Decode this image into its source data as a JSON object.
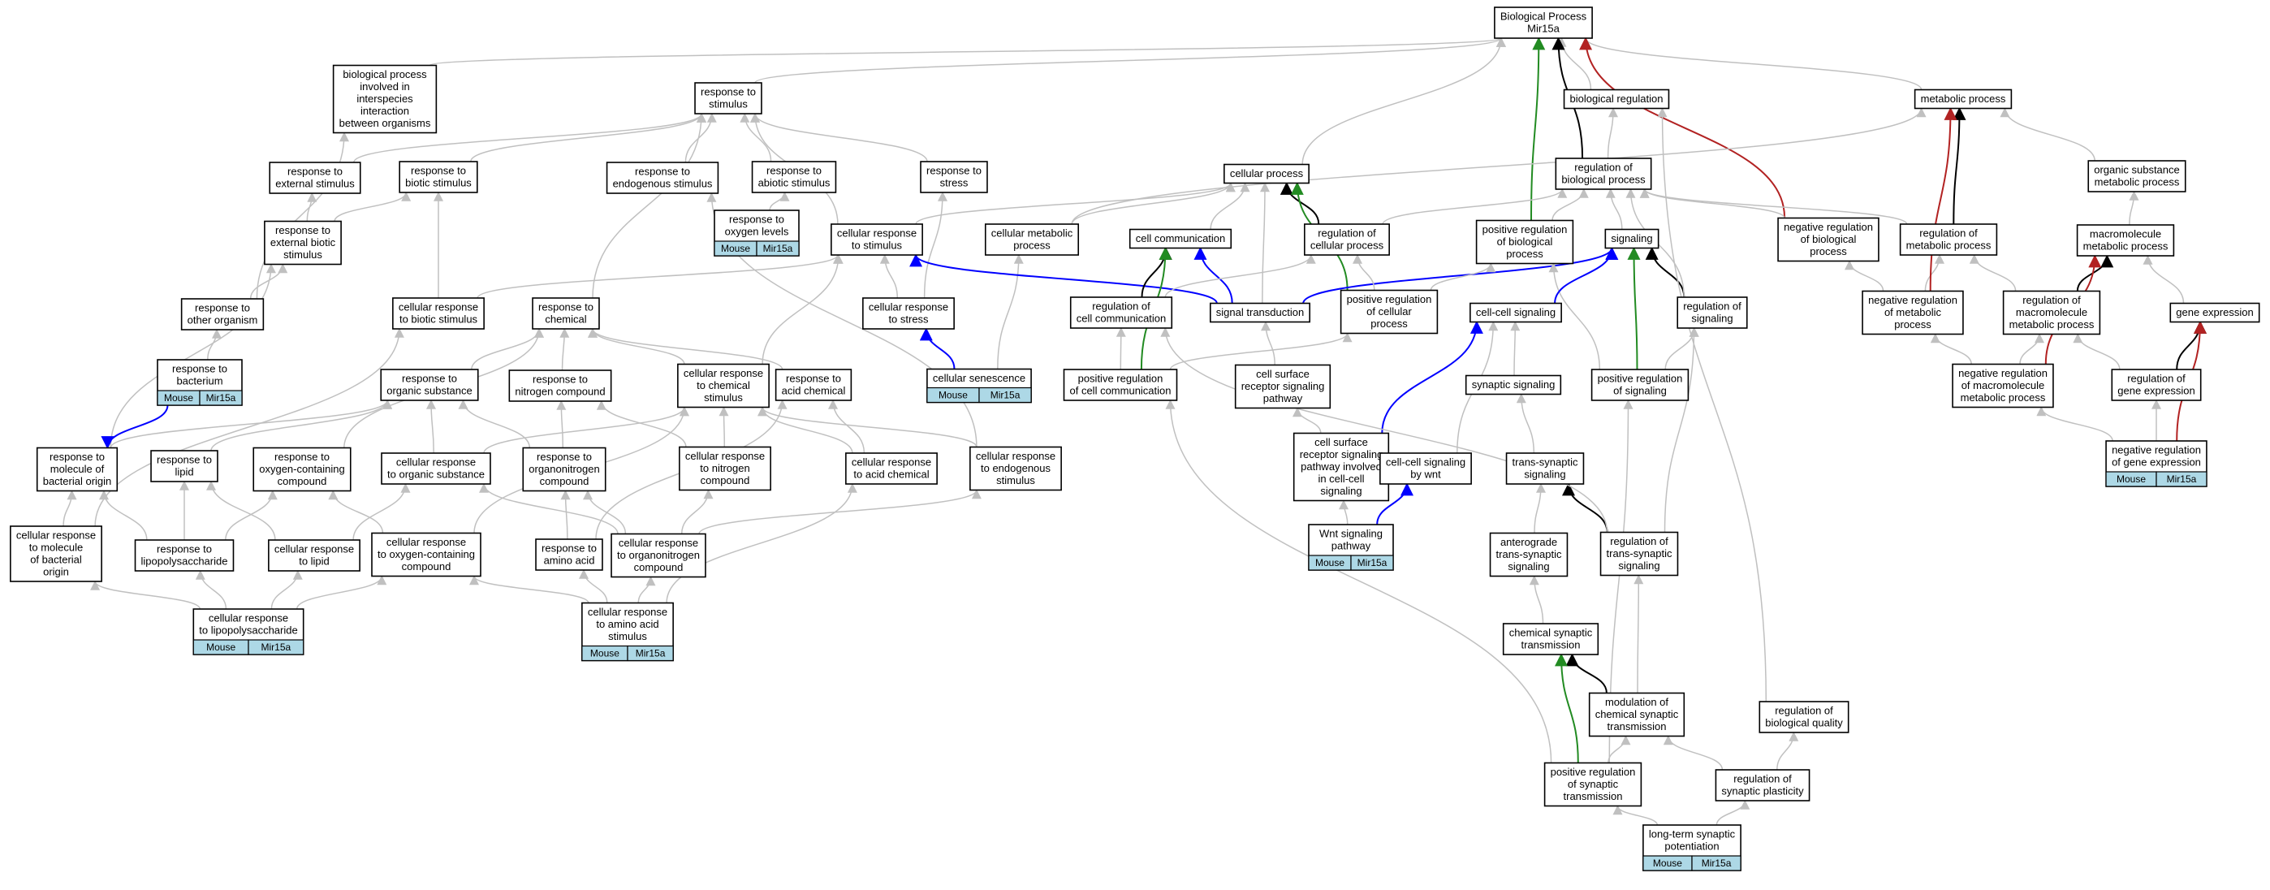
{
  "colors": {
    "is_a": "#c0c0c0",
    "part_of": "#000000",
    "regulates": "#000000",
    "positively_regulates": "#228b22",
    "negatively_regulates": "#b22222",
    "annotated": "#0000ff",
    "tag_fill": "#add8e6"
  },
  "nodes": [
    {
      "id": "root",
      "lines": [
        "Biological Process",
        "Mir15a"
      ]
    },
    {
      "id": "bioproc_interspecies",
      "lines": [
        "biological process",
        "involved in",
        "interspecies",
        "interaction",
        "between organisms"
      ]
    },
    {
      "id": "resp_stim",
      "lines": [
        "response to",
        "stimulus"
      ]
    },
    {
      "id": "bio_reg",
      "lines": [
        "biological regulation"
      ]
    },
    {
      "id": "metab",
      "lines": [
        "metabolic process"
      ]
    },
    {
      "id": "resp_ext",
      "lines": [
        "response to",
        "external stimulus"
      ]
    },
    {
      "id": "resp_biotic",
      "lines": [
        "response to",
        "biotic stimulus"
      ]
    },
    {
      "id": "resp_endo",
      "lines": [
        "response to",
        "endogenous stimulus"
      ]
    },
    {
      "id": "resp_abiotic",
      "lines": [
        "response to",
        "abiotic stimulus"
      ]
    },
    {
      "id": "resp_stress",
      "lines": [
        "response to",
        "stress"
      ]
    },
    {
      "id": "cell_proc",
      "lines": [
        "cellular process"
      ]
    },
    {
      "id": "reg_bio",
      "lines": [
        "regulation of",
        "biological process"
      ]
    },
    {
      "id": "org_sub",
      "lines": [
        "organic substance",
        "metabolic process"
      ]
    },
    {
      "id": "resp_ext_biotic",
      "lines": [
        "response to",
        "external biotic",
        "stimulus"
      ]
    },
    {
      "id": "resp_oxy",
      "lines": [
        "response to",
        "oxygen levels"
      ],
      "tags": [
        "Mouse",
        "Mir15a"
      ]
    },
    {
      "id": "cell_resp_stim",
      "lines": [
        "cellular response",
        "to stimulus"
      ]
    },
    {
      "id": "cell_metab",
      "lines": [
        "cellular metabolic",
        "process"
      ]
    },
    {
      "id": "cell_comm",
      "lines": [
        "cell communication"
      ]
    },
    {
      "id": "reg_cell_proc",
      "lines": [
        "regulation of",
        "cellular process"
      ]
    },
    {
      "id": "pos_reg_bio",
      "lines": [
        "positive regulation",
        "of biological",
        "process"
      ]
    },
    {
      "id": "signaling",
      "lines": [
        "signaling"
      ]
    },
    {
      "id": "neg_reg_bio",
      "lines": [
        "negative regulation",
        "of biological",
        "process"
      ]
    },
    {
      "id": "reg_metab",
      "lines": [
        "regulation of",
        "metabolic process"
      ]
    },
    {
      "id": "macromol",
      "lines": [
        "macromolecule",
        "metabolic process"
      ]
    },
    {
      "id": "resp_other",
      "lines": [
        "response to",
        "other organism"
      ]
    },
    {
      "id": "cell_resp_biotic",
      "lines": [
        "cellular response",
        "to biotic stimulus"
      ]
    },
    {
      "id": "resp_chem",
      "lines": [
        "response to",
        "chemical"
      ]
    },
    {
      "id": "cell_resp_stress",
      "lines": [
        "cellular response",
        "to stress"
      ]
    },
    {
      "id": "reg_cell_comm",
      "lines": [
        "regulation of",
        "cell communication"
      ]
    },
    {
      "id": "sig_trans",
      "lines": [
        "signal transduction"
      ]
    },
    {
      "id": "pos_reg_cell_proc",
      "lines": [
        "positive regulation",
        "of cellular",
        "process"
      ]
    },
    {
      "id": "cc_sig",
      "lines": [
        "cell-cell signaling"
      ]
    },
    {
      "id": "reg_sig",
      "lines": [
        "regulation of",
        "signaling"
      ]
    },
    {
      "id": "neg_reg_metab",
      "lines": [
        "negative regulation",
        "of metabolic",
        "process"
      ]
    },
    {
      "id": "reg_macro",
      "lines": [
        "regulation of",
        "macromolecule",
        "metabolic process"
      ]
    },
    {
      "id": "gene_expr",
      "lines": [
        "gene expression"
      ]
    },
    {
      "id": "resp_bact",
      "lines": [
        "response to",
        "bacterium"
      ],
      "tags": [
        "Mouse",
        "Mir15a"
      ]
    },
    {
      "id": "resp_org_sub",
      "lines": [
        "response to",
        "organic substance"
      ]
    },
    {
      "id": "resp_nitro",
      "lines": [
        "response to",
        "nitrogen compound"
      ]
    },
    {
      "id": "cell_resp_chem",
      "lines": [
        "cellular response",
        "to chemical",
        "stimulus"
      ]
    },
    {
      "id": "resp_acid",
      "lines": [
        "response to",
        "acid chemical"
      ]
    },
    {
      "id": "cell_sen",
      "lines": [
        "cellular senescence"
      ],
      "tags": [
        "Mouse",
        "Mir15a"
      ]
    },
    {
      "id": "pos_reg_cell_comm",
      "lines": [
        "positive regulation",
        "of cell communication"
      ]
    },
    {
      "id": "csr_sig",
      "lines": [
        "cell surface",
        "receptor signaling",
        "pathway"
      ]
    },
    {
      "id": "syn_sig",
      "lines": [
        "synaptic signaling"
      ]
    },
    {
      "id": "pos_reg_sig",
      "lines": [
        "positive regulation",
        "of signaling"
      ]
    },
    {
      "id": "neg_reg_macro",
      "lines": [
        "negative regulation",
        "of macromolecule",
        "metabolic process"
      ]
    },
    {
      "id": "reg_gene",
      "lines": [
        "regulation of",
        "gene expression"
      ]
    },
    {
      "id": "resp_mol_bact",
      "lines": [
        "response to",
        "molecule of",
        "bacterial origin"
      ]
    },
    {
      "id": "resp_lipid",
      "lines": [
        "response to",
        "lipid"
      ]
    },
    {
      "id": "resp_oxy_comp",
      "lines": [
        "response to",
        "oxygen-containing",
        "compound"
      ]
    },
    {
      "id": "cell_resp_org",
      "lines": [
        "cellular response",
        "to organic substance"
      ]
    },
    {
      "id": "resp_organonitro",
      "lines": [
        "response to",
        "organonitrogen",
        "compound"
      ]
    },
    {
      "id": "cell_resp_nitro",
      "lines": [
        "cellular response",
        "to nitrogen",
        "compound"
      ]
    },
    {
      "id": "cell_resp_acid",
      "lines": [
        "cellular response",
        "to acid chemical"
      ]
    },
    {
      "id": "cell_resp_endo",
      "lines": [
        "cellular response",
        "to endogenous",
        "stimulus"
      ]
    },
    {
      "id": "csr_wnt_pathway",
      "lines": [
        "cell surface",
        "receptor signaling",
        "pathway involved",
        "in cell-cell",
        "signaling"
      ]
    },
    {
      "id": "cc_wnt",
      "lines": [
        "cell-cell signaling",
        "by wnt"
      ]
    },
    {
      "id": "trans_syn",
      "lines": [
        "trans-synaptic",
        "signaling"
      ]
    },
    {
      "id": "neg_reg_gene",
      "lines": [
        "negative regulation",
        "of gene expression"
      ],
      "tags": [
        "Mouse",
        "Mir15a"
      ]
    },
    {
      "id": "cell_resp_mol_bact",
      "lines": [
        "cellular response",
        "to molecule",
        "of bacterial",
        "origin"
      ]
    },
    {
      "id": "resp_lps",
      "lines": [
        "response to",
        "lipopolysaccharide"
      ]
    },
    {
      "id": "cell_resp_lipid",
      "lines": [
        "cellular response",
        "to lipid"
      ]
    },
    {
      "id": "cell_resp_oxy",
      "lines": [
        "cellular response",
        "to oxygen-containing",
        "compound"
      ]
    },
    {
      "id": "resp_amino",
      "lines": [
        "response to",
        "amino acid"
      ]
    },
    {
      "id": "cell_resp_organonitro",
      "lines": [
        "cellular response",
        "to organonitrogen",
        "compound"
      ]
    },
    {
      "id": "wnt",
      "lines": [
        "Wnt signaling",
        "pathway"
      ],
      "tags": [
        "Mouse",
        "Mir15a"
      ]
    },
    {
      "id": "antero",
      "lines": [
        "anterograde",
        "trans-synaptic",
        "signaling"
      ]
    },
    {
      "id": "reg_trans_syn",
      "lines": [
        "regulation of",
        "trans-synaptic",
        "signaling"
      ]
    },
    {
      "id": "cell_resp_lps",
      "lines": [
        "cellular response",
        "to lipopolysaccharide"
      ],
      "tags": [
        "Mouse",
        "Mir15a"
      ]
    },
    {
      "id": "cell_resp_amino",
      "lines": [
        "cellular response",
        "to amino acid",
        "stimulus"
      ],
      "tags": [
        "Mouse",
        "Mir15a"
      ]
    },
    {
      "id": "chem_syn",
      "lines": [
        "chemical synaptic",
        "transmission"
      ]
    },
    {
      "id": "mod_chem_syn",
      "lines": [
        "modulation of",
        "chemical synaptic",
        "transmission"
      ]
    },
    {
      "id": "reg_bio_qual",
      "lines": [
        "regulation of",
        "biological quality"
      ]
    },
    {
      "id": "pos_reg_syn",
      "lines": [
        "positive regulation",
        "of synaptic",
        "transmission"
      ]
    },
    {
      "id": "reg_syn_plast",
      "lines": [
        "regulation of",
        "synaptic plasticity"
      ]
    },
    {
      "id": "ltp",
      "lines": [
        "long-term synaptic",
        "potentiation"
      ],
      "tags": [
        "Mouse",
        "Mir15a"
      ]
    }
  ],
  "edges": [
    [
      "bioproc_interspecies",
      "root",
      "is_a"
    ],
    [
      "resp_stim",
      "root",
      "is_a"
    ],
    [
      "bio_reg",
      "root",
      "is_a"
    ],
    [
      "metab",
      "root",
      "is_a"
    ],
    [
      "cell_proc",
      "root",
      "is_a"
    ],
    [
      "reg_bio",
      "root",
      "regulates"
    ],
    [
      "pos_reg_bio",
      "root",
      "positively_regulates"
    ],
    [
      "neg_reg_bio",
      "root",
      "negatively_regulates"
    ],
    [
      "resp_ext",
      "resp_stim",
      "is_a"
    ],
    [
      "resp_biotic",
      "resp_stim",
      "is_a"
    ],
    [
      "resp_endo",
      "resp_stim",
      "is_a"
    ],
    [
      "resp_abiotic",
      "resp_stim",
      "is_a"
    ],
    [
      "resp_stress",
      "resp_stim",
      "is_a"
    ],
    [
      "cell_resp_stim",
      "resp_stim",
      "is_a"
    ],
    [
      "resp_chem",
      "resp_stim",
      "is_a"
    ],
    [
      "resp_ext_biotic",
      "resp_ext",
      "is_a"
    ],
    [
      "resp_ext_biotic",
      "resp_biotic",
      "is_a"
    ],
    [
      "resp_oxy",
      "resp_abiotic",
      "is_a"
    ],
    [
      "resp_other",
      "resp_ext_biotic",
      "is_a"
    ],
    [
      "resp_other",
      "bioproc_interspecies",
      "is_a"
    ],
    [
      "cell_resp_biotic",
      "resp_biotic",
      "is_a"
    ],
    [
      "cell_resp_biotic",
      "cell_resp_stim",
      "is_a"
    ],
    [
      "resp_bact",
      "resp_other",
      "is_a"
    ],
    [
      "cell_resp_stim",
      "cell_proc",
      "is_a"
    ],
    [
      "cell_metab",
      "cell_proc",
      "is_a"
    ],
    [
      "cell_metab",
      "metab",
      "is_a"
    ],
    [
      "cell_comm",
      "cell_proc",
      "is_a"
    ],
    [
      "reg_cell_proc",
      "reg_bio",
      "is_a"
    ],
    [
      "reg_cell_proc",
      "cell_proc",
      "regulates"
    ],
    [
      "sig_trans",
      "cell_proc",
      "is_a"
    ],
    [
      "pos_reg_cell_proc",
      "cell_proc",
      "positively_regulates"
    ],
    [
      "reg_bio",
      "bio_reg",
      "is_a"
    ],
    [
      "pos_reg_bio",
      "reg_bio",
      "is_a"
    ],
    [
      "neg_reg_bio",
      "reg_bio",
      "is_a"
    ],
    [
      "signaling",
      "reg_bio",
      "is_a"
    ],
    [
      "reg_metab",
      "reg_bio",
      "is_a"
    ],
    [
      "reg_metab",
      "metab",
      "regulates"
    ],
    [
      "org_sub",
      "metab",
      "is_a"
    ],
    [
      "macromol",
      "org_sub",
      "is_a"
    ],
    [
      "neg_reg_metab",
      "reg_metab",
      "is_a"
    ],
    [
      "neg_reg_metab",
      "neg_reg_bio",
      "is_a"
    ],
    [
      "neg_reg_metab",
      "metab",
      "negatively_regulates"
    ],
    [
      "reg_macro",
      "reg_metab",
      "is_a"
    ],
    [
      "reg_macro",
      "macromol",
      "regulates"
    ],
    [
      "gene_expr",
      "macromol",
      "is_a"
    ],
    [
      "neg_reg_macro",
      "neg_reg_metab",
      "is_a"
    ],
    [
      "neg_reg_macro",
      "reg_macro",
      "is_a"
    ],
    [
      "neg_reg_macro",
      "macromol",
      "negatively_regulates"
    ],
    [
      "reg_gene",
      "reg_macro",
      "is_a"
    ],
    [
      "reg_gene",
      "gene_expr",
      "regulates"
    ],
    [
      "neg_reg_gene",
      "neg_reg_macro",
      "is_a"
    ],
    [
      "neg_reg_gene",
      "reg_gene",
      "is_a"
    ],
    [
      "neg_reg_gene",
      "gene_expr",
      "negatively_regulates"
    ],
    [
      "cell_resp_stress",
      "resp_stress",
      "is_a"
    ],
    [
      "cell_resp_stress",
      "cell_resp_stim",
      "is_a"
    ],
    [
      "cell_sen",
      "cell_resp_stress",
      "annotated"
    ],
    [
      "cell_sen",
      "cell_metab",
      "is_a"
    ],
    [
      "sig_trans",
      "cell_comm",
      "annotated"
    ],
    [
      "sig_trans",
      "cell_resp_stim",
      "annotated"
    ],
    [
      "sig_trans",
      "signaling",
      "annotated"
    ],
    [
      "reg_cell_comm",
      "cell_comm",
      "regulates"
    ],
    [
      "reg_cell_comm",
      "reg_cell_proc",
      "is_a"
    ],
    [
      "pos_reg_cell_comm",
      "reg_cell_comm",
      "is_a"
    ],
    [
      "pos_reg_cell_comm",
      "cell_comm",
      "positively_regulates"
    ],
    [
      "pos_reg_cell_comm",
      "pos_reg_cell_proc",
      "is_a"
    ],
    [
      "pos_reg_cell_proc",
      "reg_cell_proc",
      "is_a"
    ],
    [
      "pos_reg_cell_proc",
      "pos_reg_bio",
      "is_a"
    ],
    [
      "reg_sig",
      "signaling",
      "regulates"
    ],
    [
      "reg_sig",
      "reg_bio",
      "is_a"
    ],
    [
      "pos_reg_sig",
      "reg_sig",
      "is_a"
    ],
    [
      "pos_reg_sig",
      "signaling",
      "positively_regulates"
    ],
    [
      "pos_reg_sig",
      "pos_reg_bio",
      "is_a"
    ],
    [
      "cc_sig",
      "signaling",
      "annotated"
    ],
    [
      "csr_sig",
      "sig_trans",
      "is_a"
    ],
    [
      "csr_wnt_pathway",
      "csr_sig",
      "is_a"
    ],
    [
      "csr_wnt_pathway",
      "cc_sig",
      "annotated"
    ],
    [
      "wnt",
      "csr_wnt_pathway",
      "is_a"
    ],
    [
      "wnt",
      "cc_wnt",
      "annotated"
    ],
    [
      "cc_wnt",
      "cc_sig",
      "is_a"
    ],
    [
      "syn_sig",
      "cc_sig",
      "is_a"
    ],
    [
      "trans_syn",
      "syn_sig",
      "is_a"
    ],
    [
      "antero",
      "trans_syn",
      "is_a"
    ],
    [
      "chem_syn",
      "antero",
      "is_a"
    ],
    [
      "reg_trans_syn",
      "trans_syn",
      "regulates"
    ],
    [
      "reg_trans_syn",
      "reg_cell_comm",
      "is_a"
    ],
    [
      "reg_trans_syn",
      "reg_sig",
      "is_a"
    ],
    [
      "mod_chem_syn",
      "chem_syn",
      "regulates"
    ],
    [
      "mod_chem_syn",
      "reg_trans_syn",
      "is_a"
    ],
    [
      "pos_reg_syn",
      "mod_chem_syn",
      "is_a"
    ],
    [
      "pos_reg_syn",
      "chem_syn",
      "positively_regulates"
    ],
    [
      "pos_reg_syn",
      "pos_reg_sig",
      "is_a"
    ],
    [
      "pos_reg_syn",
      "pos_reg_cell_comm",
      "is_a"
    ],
    [
      "reg_syn_plast",
      "mod_chem_syn",
      "is_a"
    ],
    [
      "reg_syn_plast",
      "reg_bio_qual",
      "is_a"
    ],
    [
      "reg_bio_qual",
      "bio_reg",
      "is_a"
    ],
    [
      "ltp",
      "pos_reg_syn",
      "is_a"
    ],
    [
      "ltp",
      "reg_syn_plast",
      "is_a"
    ],
    [
      "resp_org_sub",
      "resp_chem",
      "is_a"
    ],
    [
      "resp_nitro",
      "resp_chem",
      "is_a"
    ],
    [
      "cell_resp_chem",
      "resp_chem",
      "is_a"
    ],
    [
      "cell_resp_chem",
      "cell_resp_stim",
      "is_a"
    ],
    [
      "resp_acid",
      "resp_chem",
      "is_a"
    ],
    [
      "resp_mol_bact",
      "resp_org_sub",
      "is_a"
    ],
    [
      "resp_mol_bact",
      "resp_ext_biotic",
      "is_a"
    ],
    [
      "resp_bact",
      "resp_mol_bact",
      "annotated"
    ],
    [
      "resp_lipid",
      "resp_org_sub",
      "is_a"
    ],
    [
      "resp_oxy_comp",
      "resp_chem",
      "is_a"
    ],
    [
      "cell_resp_org",
      "resp_org_sub",
      "is_a"
    ],
    [
      "cell_resp_org",
      "cell_resp_chem",
      "is_a"
    ],
    [
      "resp_organonitro",
      "resp_nitro",
      "is_a"
    ],
    [
      "resp_organonitro",
      "resp_org_sub",
      "is_a"
    ],
    [
      "cell_resp_nitro",
      "resp_nitro",
      "is_a"
    ],
    [
      "cell_resp_nitro",
      "cell_resp_chem",
      "is_a"
    ],
    [
      "cell_resp_acid",
      "resp_acid",
      "is_a"
    ],
    [
      "cell_resp_acid",
      "cell_resp_chem",
      "is_a"
    ],
    [
      "cell_resp_endo",
      "resp_endo",
      "is_a"
    ],
    [
      "cell_resp_endo",
      "cell_resp_chem",
      "is_a"
    ],
    [
      "cell_resp_mol_bact",
      "resp_mol_bact",
      "is_a"
    ],
    [
      "cell_resp_mol_bact",
      "cell_resp_biotic",
      "is_a"
    ],
    [
      "resp_lps",
      "resp_mol_bact",
      "is_a"
    ],
    [
      "resp_lps",
      "resp_lipid",
      "is_a"
    ],
    [
      "resp_lps",
      "resp_oxy_comp",
      "is_a"
    ],
    [
      "cell_resp_lipid",
      "resp_lipid",
      "is_a"
    ],
    [
      "cell_resp_lipid",
      "cell_resp_org",
      "is_a"
    ],
    [
      "cell_resp_oxy",
      "resp_oxy_comp",
      "is_a"
    ],
    [
      "cell_resp_oxy",
      "cell_resp_chem",
      "is_a"
    ],
    [
      "resp_amino",
      "resp_organonitro",
      "is_a"
    ],
    [
      "resp_amino",
      "resp_acid",
      "is_a"
    ],
    [
      "cell_resp_organonitro",
      "resp_organonitro",
      "is_a"
    ],
    [
      "cell_resp_organonitro",
      "cell_resp_nitro",
      "is_a"
    ],
    [
      "cell_resp_organonitro",
      "cell_resp_org",
      "is_a"
    ],
    [
      "cell_resp_organonitro",
      "cell_resp_endo",
      "is_a"
    ],
    [
      "cell_resp_lps",
      "cell_resp_mol_bact",
      "is_a"
    ],
    [
      "cell_resp_lps",
      "resp_lps",
      "is_a"
    ],
    [
      "cell_resp_lps",
      "cell_resp_lipid",
      "is_a"
    ],
    [
      "cell_resp_lps",
      "cell_resp_oxy",
      "is_a"
    ],
    [
      "cell_resp_amino",
      "resp_amino",
      "is_a"
    ],
    [
      "cell_resp_amino",
      "cell_resp_organonitro",
      "is_a"
    ],
    [
      "cell_resp_amino",
      "cell_resp_acid",
      "is_a"
    ],
    [
      "cell_resp_amino",
      "cell_resp_oxy",
      "is_a"
    ]
  ]
}
